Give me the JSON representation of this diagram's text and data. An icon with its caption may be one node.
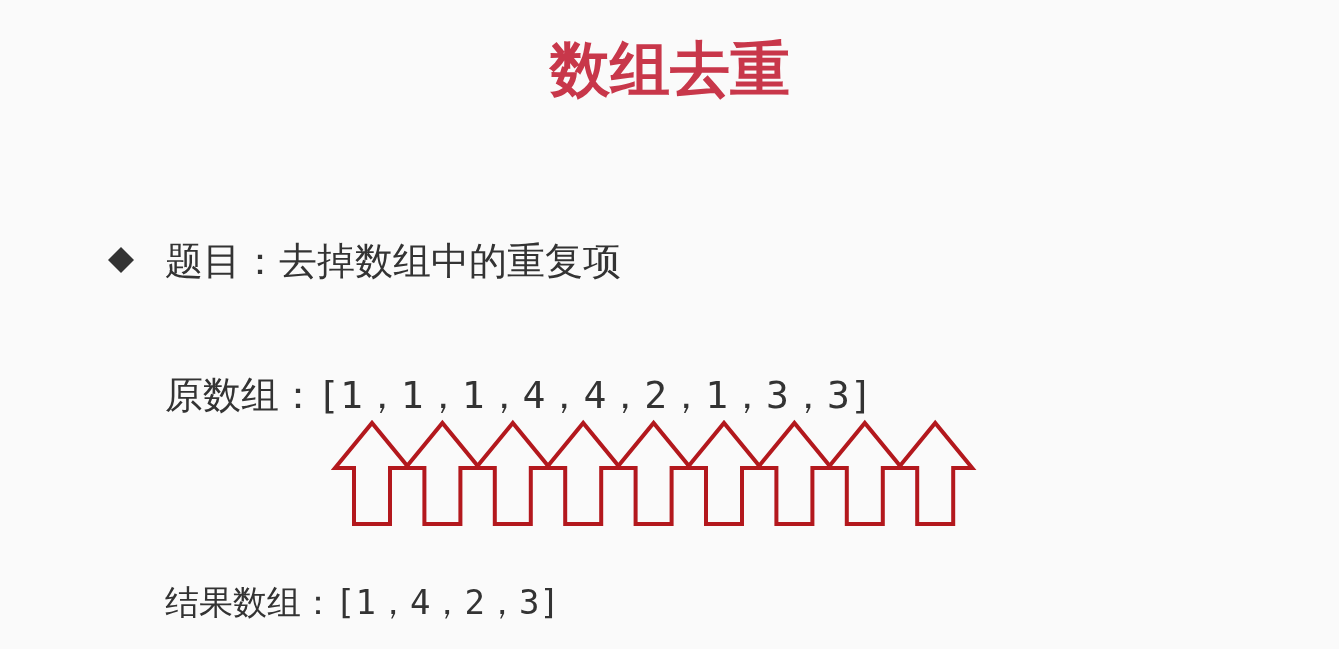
{
  "diagram": {
    "title": "数组去重",
    "labels": [
      "题目：去掉数组中的重复项",
      "原数组：[1，1，1，4，4，2，1，3，3]",
      "结果数组：[1，4，2，3]"
    ]
  }
}
